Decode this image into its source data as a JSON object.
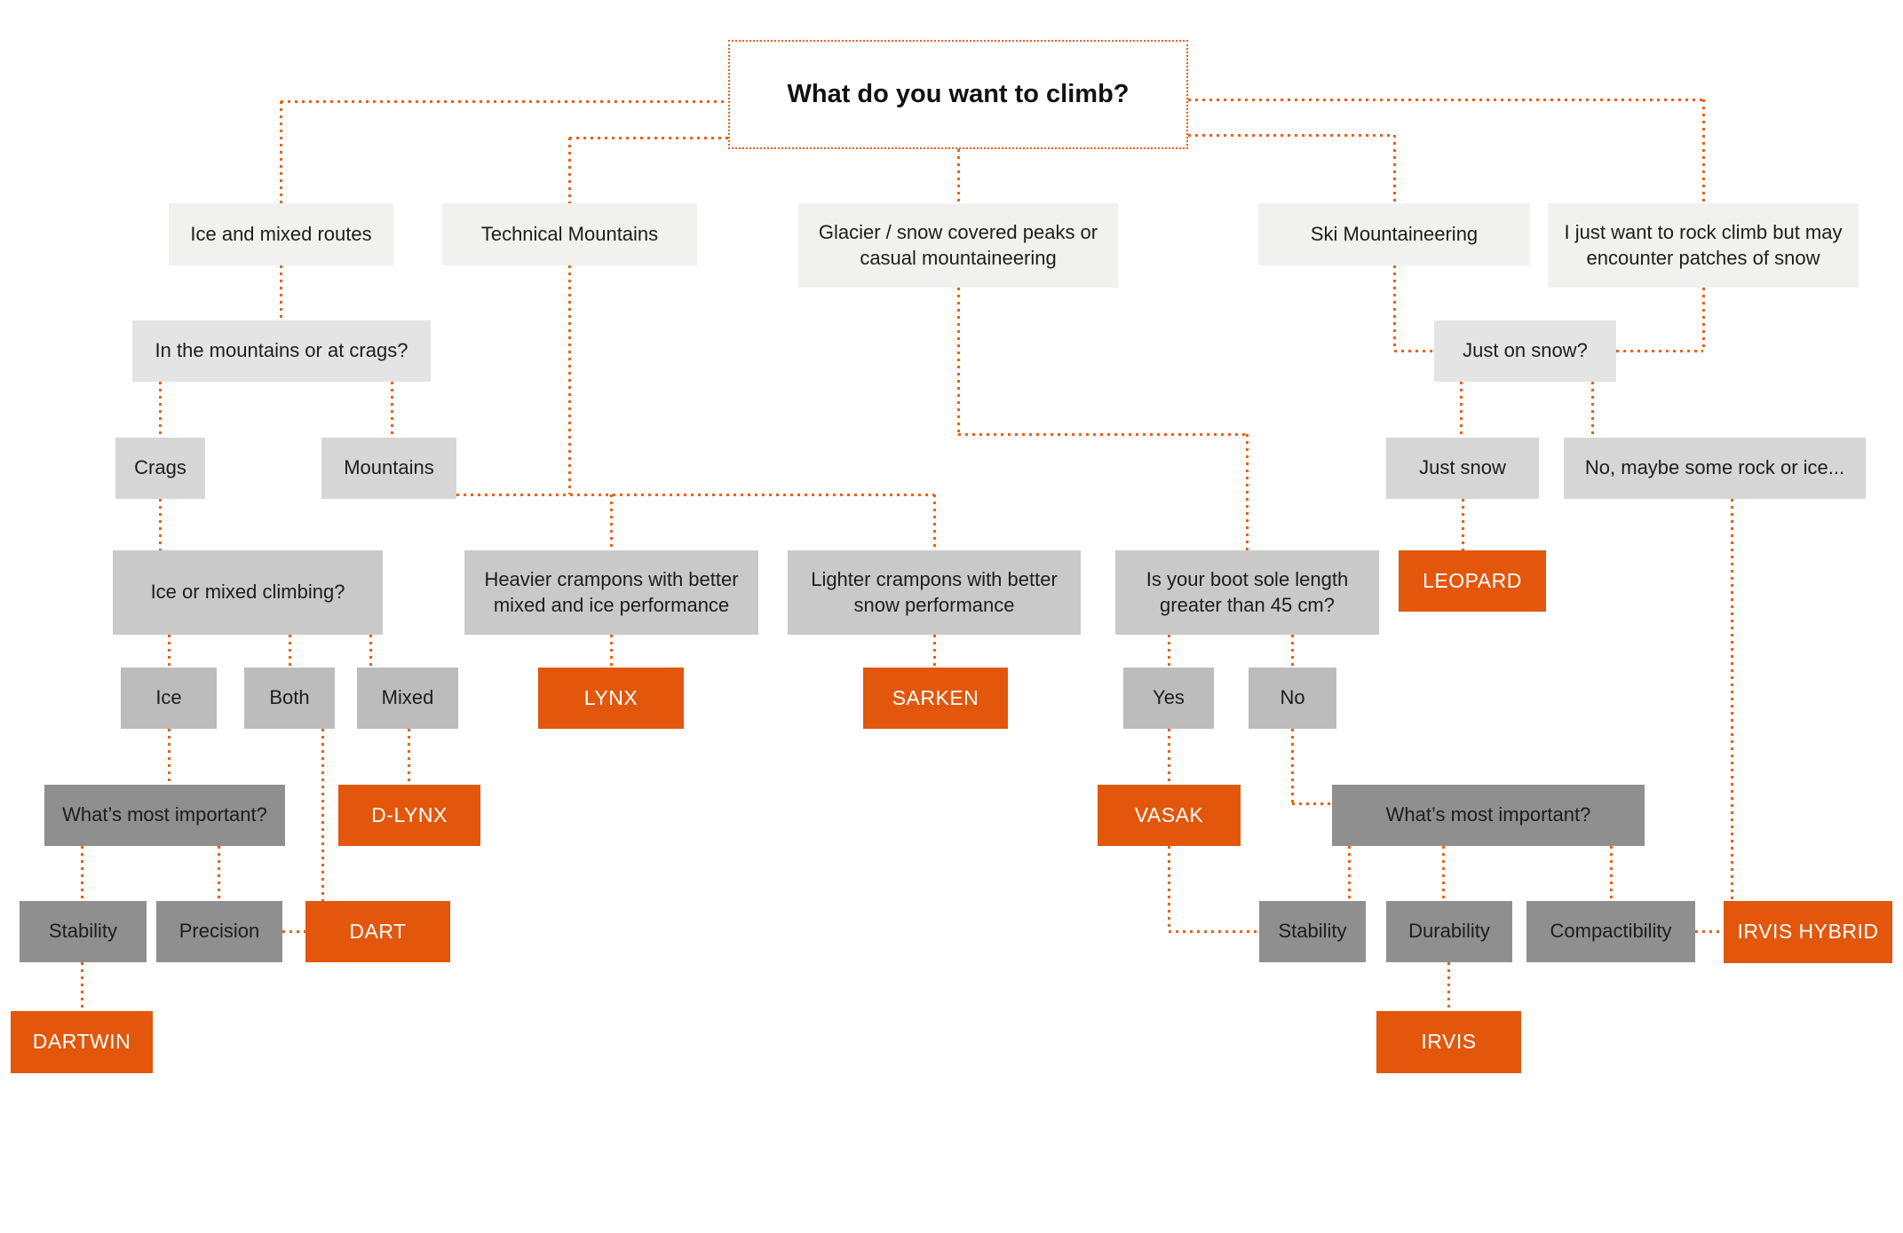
{
  "title": "What do you want to climb?",
  "colors": {
    "accent_orange": "#e2570c",
    "connector_orange": "#ee5f14",
    "tier1_gray": "#f1f1f0",
    "tier2_gray": "#e4e4e4",
    "tier3_gray": "#d6d6d6",
    "tier4_gray": "#c9c9c9",
    "tier5_gray": "#bcbcbc",
    "dark_gray": "#8f8f8f",
    "text_dark": "#1d1d1b",
    "text_light": "#ffffff"
  },
  "nodes": {
    "ice_mixed": {
      "label": "Ice and mixed routes"
    },
    "technical": {
      "label": "Technical Mountains"
    },
    "glacier": {
      "label": "Glacier / snow covered peaks or casual mountaineering"
    },
    "ski": {
      "label": "Ski Mountaineering"
    },
    "rock": {
      "label": "I just want to rock climb but may encounter patches of snow"
    },
    "in_mountains": {
      "label": "In the mountains or at crags?"
    },
    "just_on_snow": {
      "label": "Just on snow?"
    },
    "crags": {
      "label": "Crags"
    },
    "mountains": {
      "label": "Mountains"
    },
    "just_snow": {
      "label": "Just snow"
    },
    "no_maybe": {
      "label": "No, maybe some rock or ice..."
    },
    "ice_or_mixed": {
      "label": "Ice or mixed climbing?"
    },
    "heavier": {
      "label": "Heavier crampons with better mixed and ice performance"
    },
    "lighter": {
      "label": "Lighter crampons with better snow performance"
    },
    "is_boot": {
      "label": "Is your boot sole length greater than 45 cm?"
    },
    "leopard": {
      "label": "LEOPARD"
    },
    "ice": {
      "label": "Ice"
    },
    "both": {
      "label": "Both"
    },
    "mixed": {
      "label": "Mixed"
    },
    "lynx": {
      "label": "LYNX"
    },
    "sarken": {
      "label": "SARKEN"
    },
    "yes": {
      "label": "Yes"
    },
    "no": {
      "label": "No"
    },
    "whats_important_left": {
      "label": "What’s most important?"
    },
    "d_lynx": {
      "label": "D-LYNX"
    },
    "vasak": {
      "label": "VASAK"
    },
    "whats_important_right": {
      "label": "What’s most important?"
    },
    "stability_left": {
      "label": "Stability"
    },
    "precision": {
      "label": "Precision"
    },
    "dart": {
      "label": "DART"
    },
    "stability_right": {
      "label": "Stability"
    },
    "durability": {
      "label": "Durability"
    },
    "compactibility": {
      "label": "Compactibility"
    },
    "irvis_hybrid": {
      "label": "IRVIS HYBRID"
    },
    "dartwin": {
      "label": "DARTWIN"
    },
    "irvis": {
      "label": "IRVIS"
    }
  }
}
